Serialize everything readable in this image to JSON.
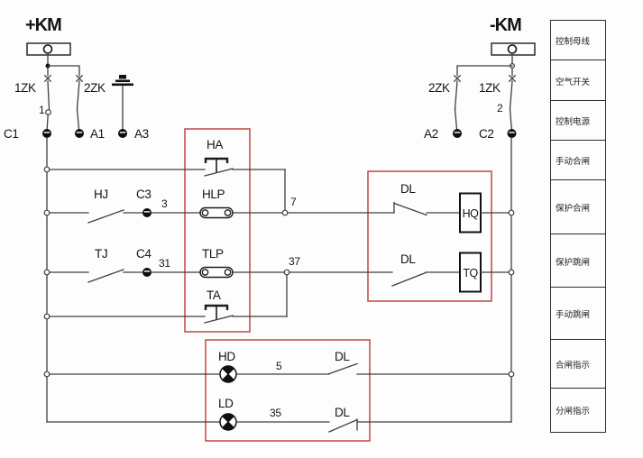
{
  "colors": {
    "wire": "#3f3f3f",
    "box_highlight": "#c4524e",
    "text": "#141414"
  },
  "buses": {
    "positive": "+KM",
    "negative": "-KM"
  },
  "breakers": {
    "left_1zk": "1ZK",
    "left_2zk": "2ZK",
    "right_2zk": "2ZK",
    "right_1zk": "1ZK"
  },
  "terminals": {
    "c1": "C1",
    "a1": "A1",
    "a3": "A3",
    "a2": "A2",
    "c2": "C2",
    "c3": "C3",
    "c4": "C4"
  },
  "wire_numbers": {
    "n1": "1",
    "n2": "2",
    "n3": "3",
    "n31": "31",
    "n7": "7",
    "n37": "37",
    "n5": "5",
    "n35": "35"
  },
  "components": {
    "close_button": "HA",
    "close_relay": "HJ",
    "close_link": "HLP",
    "close_coil": "HQ",
    "trip_button": "TA",
    "trip_relay": "TJ",
    "trip_link": "TLP",
    "trip_coil": "TQ",
    "breaker_aux_1": "DL",
    "breaker_aux_2": "DL",
    "breaker_aux_3": "DL",
    "breaker_aux_4": "DL",
    "close_lamp": "HD",
    "open_lamp": "LD"
  },
  "legend": {
    "rows": [
      "控制母线",
      "空气开关",
      "控制电源",
      "手动合闸",
      "保护合闸",
      "保护跳闸",
      "手动跳闸",
      "合闸指示",
      "分闸指示"
    ]
  }
}
